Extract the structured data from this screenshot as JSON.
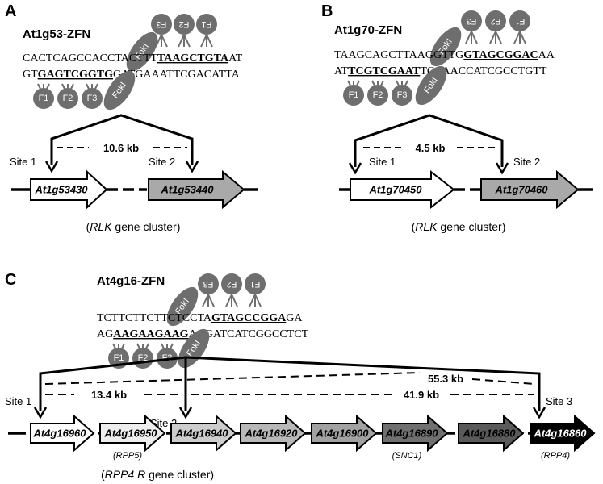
{
  "panels": [
    {
      "letter": "A",
      "zfn_name": "At1g53-ZFN",
      "top_seq": [
        "CACTCAGCCACCTACTTT",
        "TAAGCTGTA",
        "AT"
      ],
      "bottom_seq": [
        "GT",
        "GAGTCGGTG",
        "GATGAAATTCGACATTA"
      ],
      "distance": "10.6 kb",
      "sites": [
        "Site 1",
        "Site 2"
      ],
      "genes": [
        "At1g53430",
        "At1g53440"
      ],
      "cluster_pre": "(",
      "cluster_italic": "RLK",
      "cluster_post": " gene cluster)"
    },
    {
      "letter": "B",
      "zfn_name": "At1g70-ZFN",
      "top_seq": [
        "TAAGCAGCTTAAGGTTG",
        "GTAGCGGAC",
        "AA"
      ],
      "bottom_seq": [
        "AT",
        "TCGTCGAAT",
        "TCCAACCATCGCCTGTT"
      ],
      "distance": "4.5 kb",
      "sites": [
        "Site 1",
        "Site 2"
      ],
      "genes": [
        "At1g70450",
        "At1g70460"
      ],
      "cluster_pre": "(",
      "cluster_italic": "RLK",
      "cluster_post": " gene cluster)"
    },
    {
      "letter": "C",
      "zfn_name": "At4g16-ZFN",
      "top_seq": [
        "TCTTCTTCTTCTCCTA",
        "GTAGCCGGA",
        "GA"
      ],
      "bottom_seq": [
        "AG",
        "AAGAAGAAG",
        "AGGATCATCGGCCTCT"
      ],
      "distances": [
        "55.3 kb",
        "13.4 kb",
        "41.9 kb"
      ],
      "sites": [
        "Site 1",
        "Site 2",
        "Site 3"
      ],
      "genes": [
        "At4g16960",
        "At4g16950",
        "At4g16940",
        "At4g16920",
        "At4g16900",
        "At4g16890",
        "At4g16880",
        "At4g16860"
      ],
      "aliases": [
        "(RPP5)",
        "(SNC1)",
        "(RPP4)"
      ],
      "cluster_pre": "(",
      "cluster_italic": "RPP4 R",
      "cluster_post": " gene cluster)"
    }
  ],
  "zfn_domains": [
    "F1",
    "F2",
    "F3"
  ],
  "foki": "FokI",
  "colors": {
    "domain": "#6e6e6e",
    "gene_white": "#ffffff",
    "gene_gray": "#a9a9a9",
    "gene_black": "#000000",
    "line": "#000000"
  }
}
